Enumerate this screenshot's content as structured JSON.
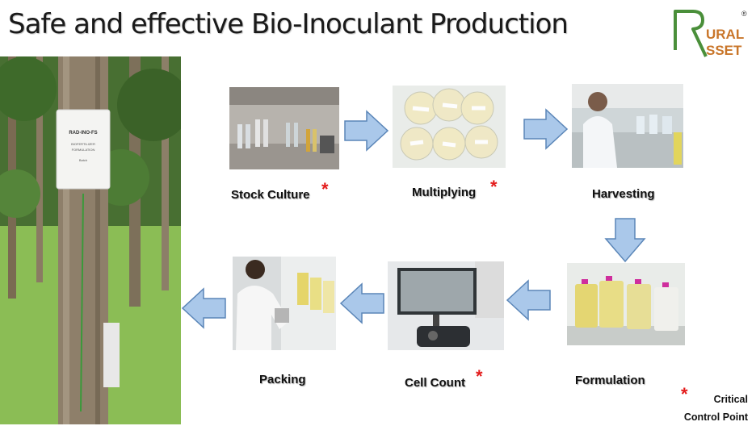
{
  "title": "Safe and effective Bio-Inoculant Production",
  "logo": {
    "line1": "URAL",
    "line2": "SSET",
    "registered": "®",
    "letter": "R",
    "color_text": "#c9762a",
    "color_accent": "#4a8f3a"
  },
  "bag_label": {
    "line1": "RAD-INO-FS",
    "line2": "BIOFERTILIZER",
    "line3": "FORMULATION",
    "line4": "Batch"
  },
  "steps": [
    {
      "id": "stock-culture",
      "label": "Stock Culture",
      "critical": true
    },
    {
      "id": "multiplying",
      "label": "Multiplying",
      "critical": true
    },
    {
      "id": "harvesting",
      "label": "Harvesting",
      "critical": false
    },
    {
      "id": "formulation",
      "label": "Formulation",
      "critical": false
    },
    {
      "id": "cell-count",
      "label": "Cell Count",
      "critical": true
    },
    {
      "id": "packing",
      "label": "Packing",
      "critical": false
    }
  ],
  "critical_marker": "*",
  "legend": {
    "line1": "Critical",
    "line2": "Control Point"
  },
  "colors": {
    "arrow_fill": "#aac8ea",
    "arrow_stroke": "#5b86b8",
    "critical": "#e31b1b"
  }
}
